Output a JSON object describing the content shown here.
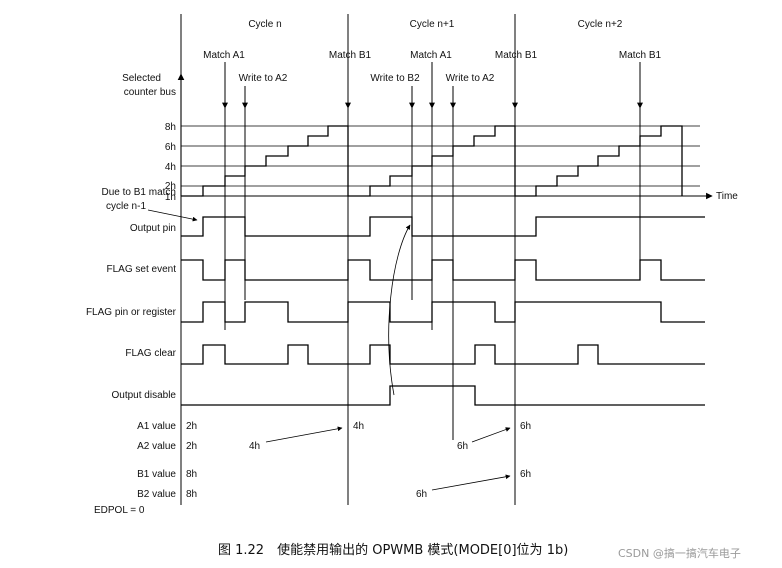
{
  "cycles": [
    "Cycle n",
    "Cycle n+1",
    "Cycle n+2"
  ],
  "events": [
    "Match A1",
    "Write to A2",
    "Match B1",
    "Write to B2",
    "Match A1",
    "Write to A2",
    "Match B1",
    "Match B1"
  ],
  "counter": {
    "title_line1": "Selected",
    "title_line2": "counter bus",
    "levels": [
      "8h",
      "6h",
      "4h",
      "2h",
      "1h"
    ],
    "time_label": "Time"
  },
  "signals": {
    "due_line1": "Due to B1 match",
    "due_line2": "cycle n-1",
    "names": [
      "Output pin",
      "FLAG set event",
      "FLAG pin or register",
      "FLAG clear",
      "Output disable"
    ]
  },
  "values": {
    "rows": [
      {
        "name": "A1 value",
        "initial": "2h",
        "updates": [
          "4h",
          "6h"
        ]
      },
      {
        "name": "A2 value",
        "initial": "2h",
        "updates": [
          "4h",
          "6h"
        ]
      },
      {
        "name": "B1 value",
        "initial": "8h",
        "updates": [
          "6h"
        ]
      },
      {
        "name": "B2 value",
        "initial": "8h",
        "updates": [
          "6h"
        ]
      }
    ]
  },
  "edpol": "EDPOL = 0",
  "caption": "图 1.22　使能禁用输出的 OPWMB 模式(MODE[0]位为 1b)",
  "watermark": "CSDN @搞一搞汽车电子"
}
